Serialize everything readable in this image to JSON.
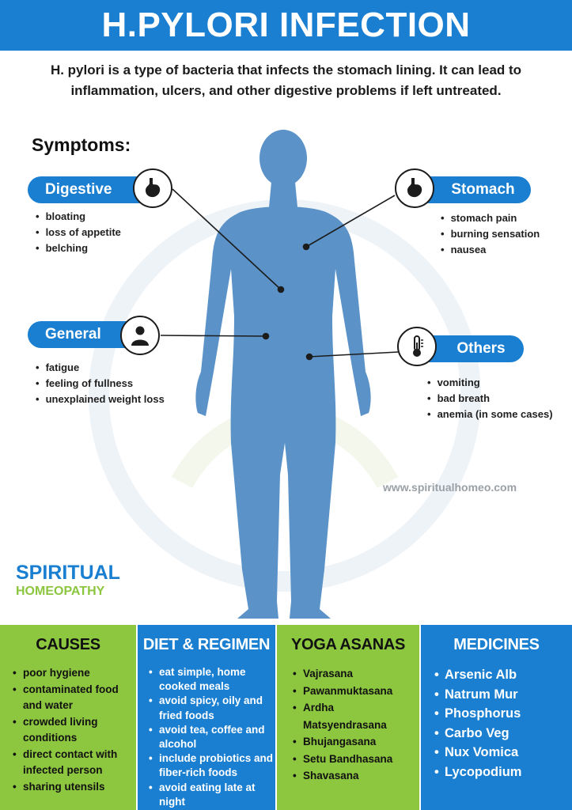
{
  "title": "H.PYLORI INFECTION",
  "intro": "H. pylori is a type of bacteria that infects the stomach lining. It can lead to inflammation, ulcers, and other digestive problems if left untreated.",
  "symptoms_heading": "Symptoms:",
  "colors": {
    "primary_blue": "#1a7fd1",
    "body_blue": "#5b93c9",
    "brand_green": "#8dc63f"
  },
  "symptoms": {
    "digestive": {
      "label": "Digestive",
      "icon": "stomach-icon",
      "items": [
        "bloating",
        "loss of appetite",
        "belching"
      ]
    },
    "stomach": {
      "label": "Stomach",
      "icon": "stomach-icon",
      "items": [
        "stomach pain",
        "burning sensation",
        "nausea"
      ]
    },
    "general": {
      "label": "General",
      "icon": "person-icon",
      "items": [
        "fatigue",
        "feeling of fullness",
        "unexplained weight loss"
      ]
    },
    "others": {
      "label": "Others",
      "icon": "thermometer-icon",
      "items": [
        "vomiting",
        "bad breath",
        "anemia (in some cases)"
      ]
    }
  },
  "website": "www.spiritualhomeo.com",
  "brand": {
    "line1": "SPIRITUAL",
    "line2": "HOMEOPATHY"
  },
  "causes": {
    "heading": "CAUSES",
    "items": [
      "poor hygiene",
      "contaminated food and water",
      "crowded living conditions",
      "direct contact with infected person",
      "sharing utensils"
    ]
  },
  "diet": {
    "heading": "DIET & REGIMEN",
    "items": [
      "eat simple, home cooked meals",
      "avoid spicy, oily and fried foods",
      "avoid tea, coffee and alcohol",
      "include probiotics and fiber-rich foods",
      "avoid eating late at night"
    ]
  },
  "yoga": {
    "heading": "YOGA ASANAS",
    "items": [
      "Vajrasana",
      "Pawanmuktasana",
      "Ardha Matsyendrasana",
      "Bhujangasana",
      "Setu Bandhasana",
      "Shavasana"
    ]
  },
  "medicines": {
    "heading": "MEDICINES",
    "items": [
      "Arsenic Alb",
      "Natrum Mur",
      "Phosphorus",
      "Carbo Veg",
      "Nux Vomica",
      "Lycopodium"
    ]
  }
}
